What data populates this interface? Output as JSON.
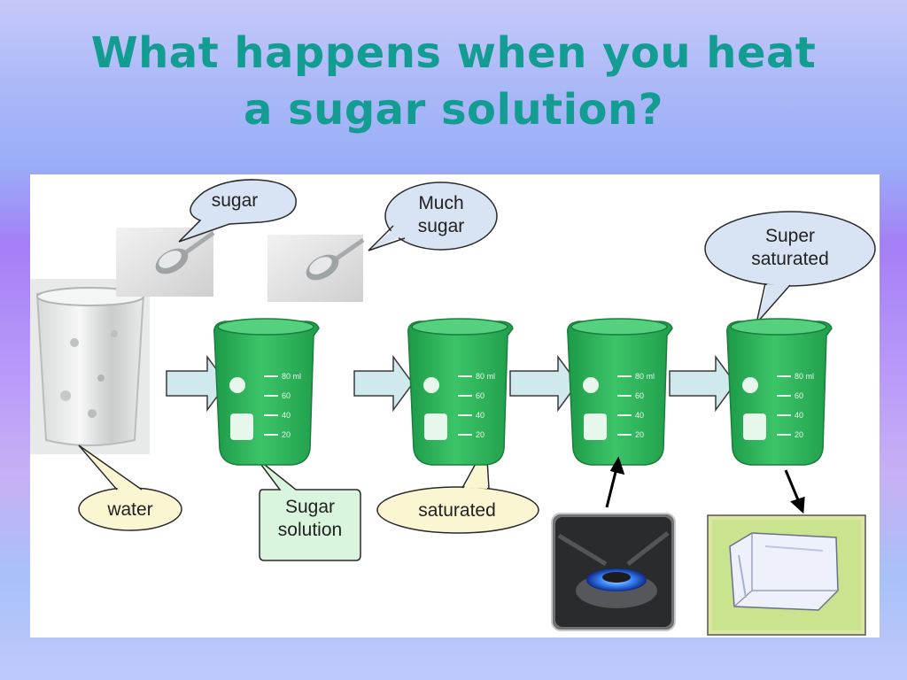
{
  "slide": {
    "title_line1": "What happens when you heat",
    "title_line2": "a sugar solution?"
  },
  "labels": {
    "sugar": "sugar",
    "much_sugar_1": "Much",
    "much_sugar_2": "sugar",
    "super_saturated_1": "Super",
    "super_saturated_2": "saturated",
    "water": "water",
    "sugar_solution_1": "Sugar",
    "sugar_solution_2": "solution",
    "saturated": "saturated"
  },
  "beaker_marks": [
    "80 ml",
    "60",
    "40",
    "20"
  ],
  "colors": {
    "title": "#129c92",
    "beaker_green": "#2db35b",
    "arrow_fill": "#cfe9ec",
    "bubble_fill": "#d8e4f4",
    "yellow_bubble_fill": "#fbf6d2",
    "green_box_fill": "#d9f5dd"
  }
}
